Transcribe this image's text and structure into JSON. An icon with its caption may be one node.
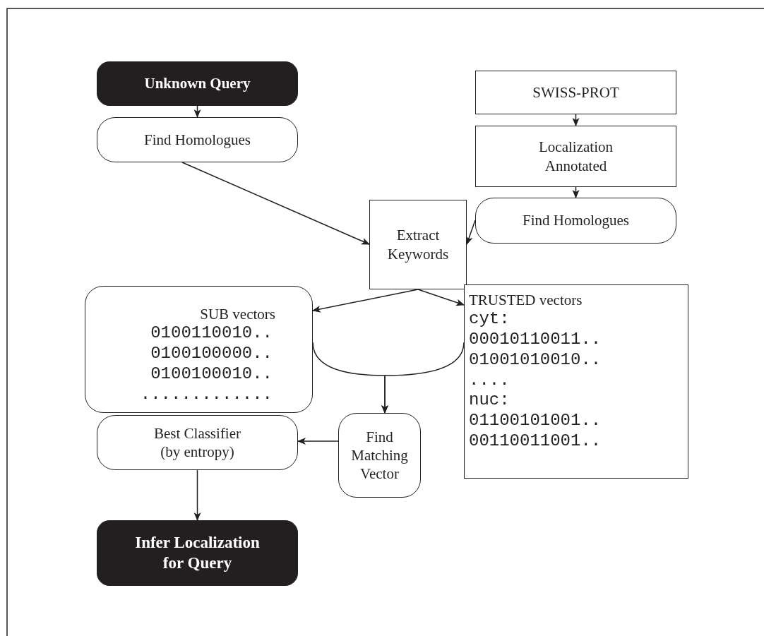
{
  "diagram": {
    "nodes": [
      {
        "text": [
          "Unknown Query"
        ]
      },
      {
        "text": [
          "Find Homologues"
        ]
      },
      {
        "text": [
          "SWISS-PROT"
        ]
      },
      {
        "text": [
          "Localization Annotated"
        ]
      },
      {
        "text": [
          "Extract Keywords"
        ]
      },
      {
        "text": [
          "Find Homologues"
        ]
      },
      {
        "text": [
          "SUB vectors",
          "0100110010..",
          "0100100000..",
          "0100100010..",
          "............."
        ]
      },
      {
        "text": [
          "TRUSTED vectors",
          "cyt:",
          "00010110011..",
          "01001010010..",
          "....",
          "nuc:",
          "01100101001..",
          "00110011001.."
        ]
      },
      {
        "text": [
          "Find Matching Vector"
        ]
      },
      {
        "text": [
          "Best Classifier (by entropy)"
        ]
      },
      {
        "text": [
          "Infer Localization for Query"
        ]
      }
    ],
    "edges": [
      {
        "from": 0,
        "to": 1,
        "arrow": "to"
      },
      {
        "from": 2,
        "to": 3,
        "arrow": "to"
      },
      {
        "from": 3,
        "to": 5,
        "arrow": "to"
      },
      {
        "from": 1,
        "to": 4,
        "arrow": "to"
      },
      {
        "from": 5,
        "to": 4,
        "arrow": "to"
      },
      {
        "from": 4,
        "to": 6,
        "arrow": "to"
      },
      {
        "from": 4,
        "to": 7,
        "arrow": "to"
      },
      {
        "from": 6,
        "to": 8,
        "arrow": "to"
      },
      {
        "from": 7,
        "to": 8,
        "arrow": "to"
      },
      {
        "from": 8,
        "to": 9,
        "arrow": "to"
      },
      {
        "from": 9,
        "to": 10,
        "arrow": "to"
      }
    ]
  }
}
